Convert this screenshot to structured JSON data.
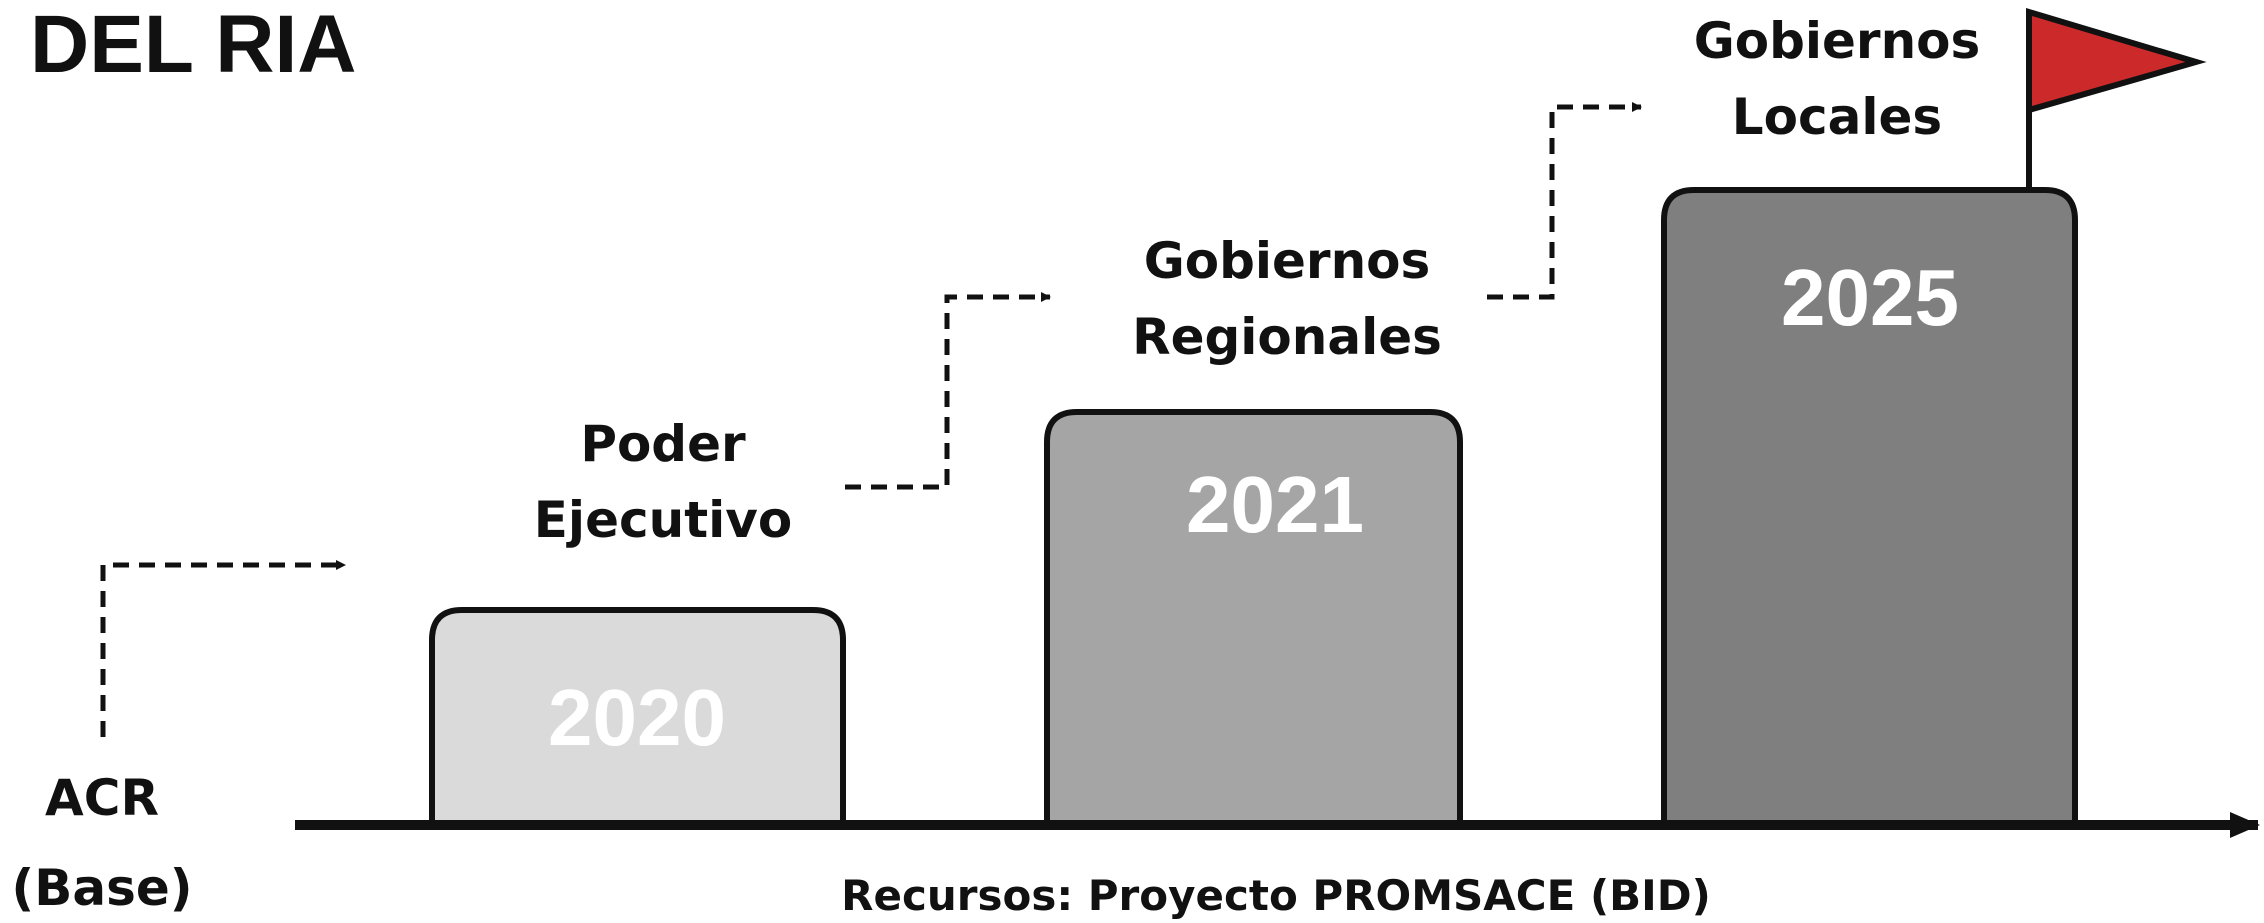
{
  "title": "DEL RIA",
  "base": {
    "line1": "ACR",
    "line2": "(Base)"
  },
  "stages": [
    {
      "year": "2020",
      "label_line1": "Poder",
      "label_line2": "Ejecutivo",
      "color": "#dadada"
    },
    {
      "year": "2021",
      "label_line1": "Gobiernos",
      "label_line2": "Regionales",
      "color": "#a5a5a5"
    },
    {
      "year": "2025",
      "label_line1": "Gobiernos",
      "label_line2": "Locales",
      "color": "#7f7f7f"
    }
  ],
  "footer": "Recursos: Proyecto PROMSACE (BID)",
  "colors": {
    "flag": "#cc2a2a",
    "line": "#111111",
    "year_text": "#ffffff"
  }
}
